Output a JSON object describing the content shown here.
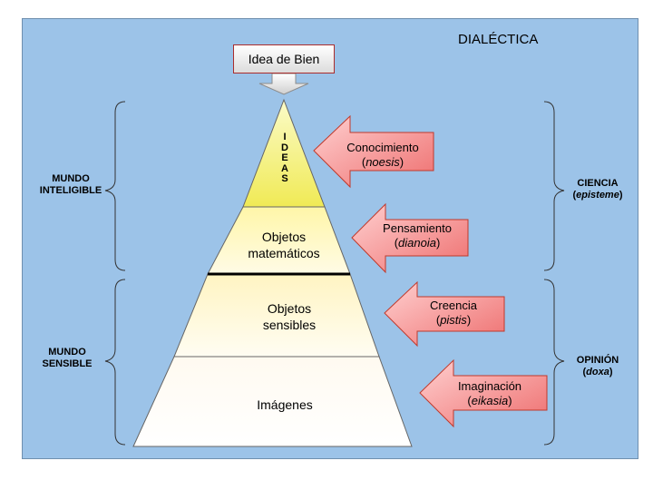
{
  "diagram": {
    "title": "DIALÉCTICA",
    "top_box": "Idea de Bien",
    "ideas_letters": [
      "I",
      "D",
      "E",
      "A",
      "S"
    ],
    "pyramid_layers": [
      {
        "line1": "Objetos",
        "line2": "matemáticos"
      },
      {
        "line1": "Objetos",
        "line2": "sensibles"
      },
      {
        "line1": "Imágenes",
        "line2": ""
      }
    ],
    "arrows": [
      {
        "label": "Conocimiento",
        "term": "noesis"
      },
      {
        "label": "Pensamiento",
        "term": "dianoia"
      },
      {
        "label": "Creencia",
        "term": "pistis"
      },
      {
        "label": "Imaginación",
        "term": "eikasia"
      }
    ],
    "left_labels": [
      {
        "line1": "MUNDO",
        "line2": "INTELIGIBLE"
      },
      {
        "line1": "MUNDO",
        "line2": "SENSIBLE"
      }
    ],
    "right_labels": [
      {
        "line1": "CIENCIA",
        "term": "episteme"
      },
      {
        "line1": "OPINIÓN",
        "term": "doxa"
      }
    ],
    "colors": {
      "panel": "#9cc3e8",
      "apex": "#f4f06a",
      "arrow_fill": "#f08a8a",
      "arrow_edge": "#c0392b"
    }
  }
}
